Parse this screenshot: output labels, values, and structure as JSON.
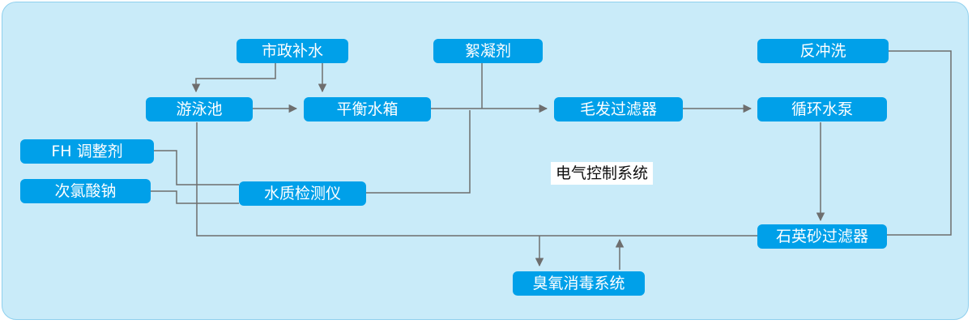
{
  "colors": {
    "panel": "#c9ebf9",
    "node": "#00a0e9",
    "node_text": "#ffffff",
    "line": "#6e6e6e"
  },
  "nodes": {
    "municipal_water": "市政补水",
    "flocculant": "絮凝剂",
    "backwash": "反冲洗",
    "pool": "游泳池",
    "balance_tank": "平衡水箱",
    "hair_filter": "毛发过滤器",
    "circulation_pump": "循环水泵",
    "fh_regulator": "FH 调整剂",
    "sodium_hypochlorite": "次氯酸钠",
    "water_quality_meter": "水质检测仪",
    "quartz_sand_filter": "石英砂过滤器",
    "ozone_system": "臭氧消毒系统"
  },
  "electrical_control": "电气控制系统"
}
